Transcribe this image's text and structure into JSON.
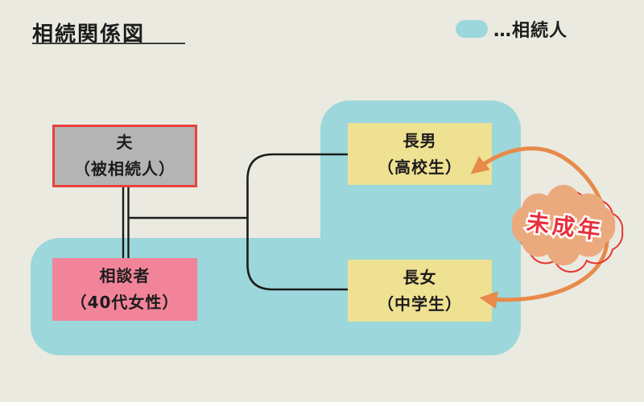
{
  "title": "相続関係図",
  "legend": {
    "label": "…相続人",
    "swatch_color": "#9bd7db"
  },
  "nodes": {
    "husband": {
      "name": "夫",
      "note": "（被相続人）"
    },
    "consultant": {
      "name": "相談者",
      "note": "（40代女性）"
    },
    "son": {
      "name": "長男",
      "note": "（高校生）"
    },
    "daughter": {
      "name": "長女",
      "note": "（中学生）"
    }
  },
  "annotation": {
    "label": "未成年"
  },
  "colors": {
    "background": "#ebeae1",
    "heir_zone": "#9bd7db",
    "decedent_fill": "#b4b4b4",
    "decedent_border": "#e8413c",
    "consultant_fill": "#f2849a",
    "child_fill": "#efe192",
    "connector_line": "#1c1c1c",
    "arrow": "#e78a4a",
    "cloud_fill": "#ebaa7e",
    "cloud_outline": "#e8352f",
    "cloud_text": "#e8303d"
  }
}
